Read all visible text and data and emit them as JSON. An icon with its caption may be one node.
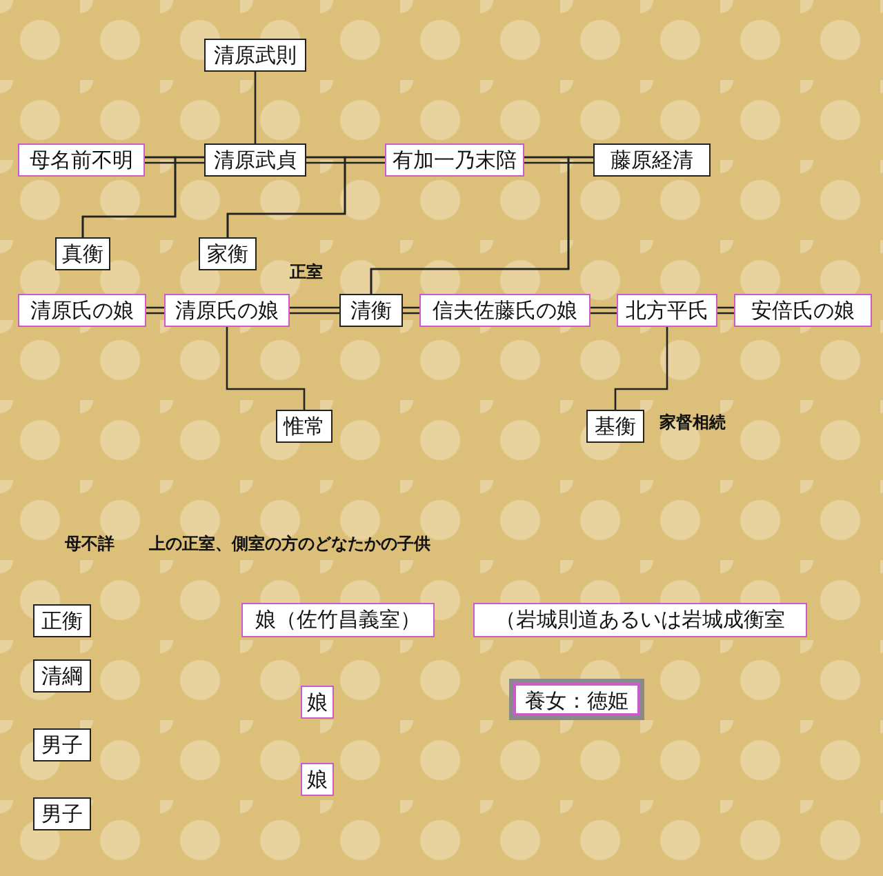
{
  "diagram": {
    "nodes": [
      {
        "text": [
          "清原武則"
        ]
      },
      {
        "text": [
          "母名前不明"
        ]
      },
      {
        "text": [
          "清原武貞"
        ]
      },
      {
        "text": [
          "有加一乃末陪"
        ]
      },
      {
        "text": [
          "藤原経清"
        ]
      },
      {
        "text": [
          "真衡"
        ]
      },
      {
        "text": [
          "家衡"
        ]
      },
      {
        "text": [
          "清原氏の娘"
        ]
      },
      {
        "text": [
          "清原氏の娘"
        ]
      },
      {
        "text": [
          "清衡"
        ]
      },
      {
        "text": [
          "信夫佐藤氏の娘"
        ]
      },
      {
        "text": [
          "北方平氏"
        ]
      },
      {
        "text": [
          "安倍氏の娘"
        ]
      },
      {
        "text": [
          "惟常"
        ]
      },
      {
        "text": [
          "基衡"
        ],
        "beside": [
          "家督相続"
        ]
      },
      {
        "text": [
          "正衡"
        ]
      },
      {
        "text": [
          "清綱"
        ]
      },
      {
        "text": [
          "男子"
        ]
      },
      {
        "text": [
          "男子"
        ]
      },
      {
        "text": [
          "娘（佐竹昌義室）"
        ]
      },
      {
        "text": [
          "（岩城則道あるいは岩城成衡室"
        ]
      },
      {
        "text": [
          "娘"
        ]
      },
      {
        "text": [
          "娘"
        ]
      },
      {
        "text": [
          "養女：徳姫"
        ]
      }
    ],
    "edges": [
      {
        "from": 0,
        "to": 2,
        "arrow": "none"
      },
      {
        "from": 1,
        "to": 2,
        "arrow": "none"
      },
      {
        "from": 2,
        "to": 3,
        "arrow": "none"
      },
      {
        "from": 3,
        "to": 4,
        "arrow": "none"
      },
      {
        "from": 1,
        "to": 5,
        "arrow": "none"
      },
      {
        "from": 2,
        "to": 5,
        "arrow": "none"
      },
      {
        "from": 2,
        "to": 6,
        "arrow": "none"
      },
      {
        "from": 3,
        "to": 6,
        "arrow": "none"
      },
      {
        "from": 3,
        "to": 9,
        "arrow": "none"
      },
      {
        "from": 4,
        "to": 9,
        "arrow": "none"
      },
      {
        "from": 7,
        "to": 8,
        "arrow": "none"
      },
      {
        "from": 8,
        "to": 9,
        "arrow": "none"
      },
      {
        "from": 9,
        "to": 10,
        "arrow": "none"
      },
      {
        "from": 10,
        "to": 11,
        "arrow": "none"
      },
      {
        "from": 11,
        "to": 12,
        "arrow": "none"
      },
      {
        "from": 8,
        "to": 13,
        "arrow": "none"
      },
      {
        "from": 11,
        "to": 14,
        "arrow": "none"
      }
    ],
    "labels": [
      "正室",
      "母不詳",
      "上の正室、側室の方のどなたかの子供"
    ]
  }
}
